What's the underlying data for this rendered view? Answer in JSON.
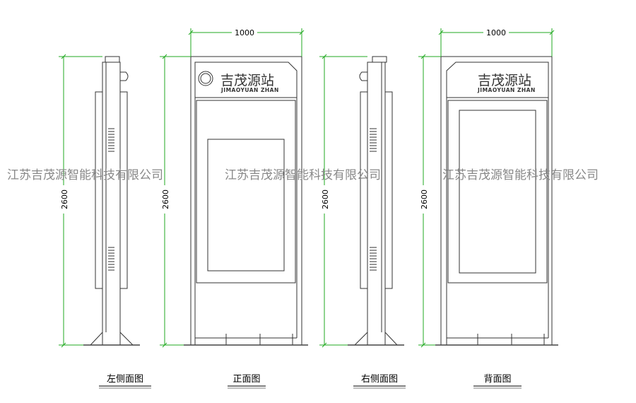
{
  "dimensions": {
    "width_label": "1000",
    "height_label": "2600"
  },
  "brand": {
    "name_cn": "吉茂源站",
    "name_en": "JIMAOYUAN ZHAN"
  },
  "views": {
    "left_side": "左侧面图",
    "front": "正面图",
    "right_side": "右侧面图",
    "back": "背面图"
  },
  "watermark": "江苏吉茂源智能科技有限公司",
  "colors": {
    "dimension_lines": "#22aa22",
    "outline": "#333333",
    "ground": "#444444"
  }
}
